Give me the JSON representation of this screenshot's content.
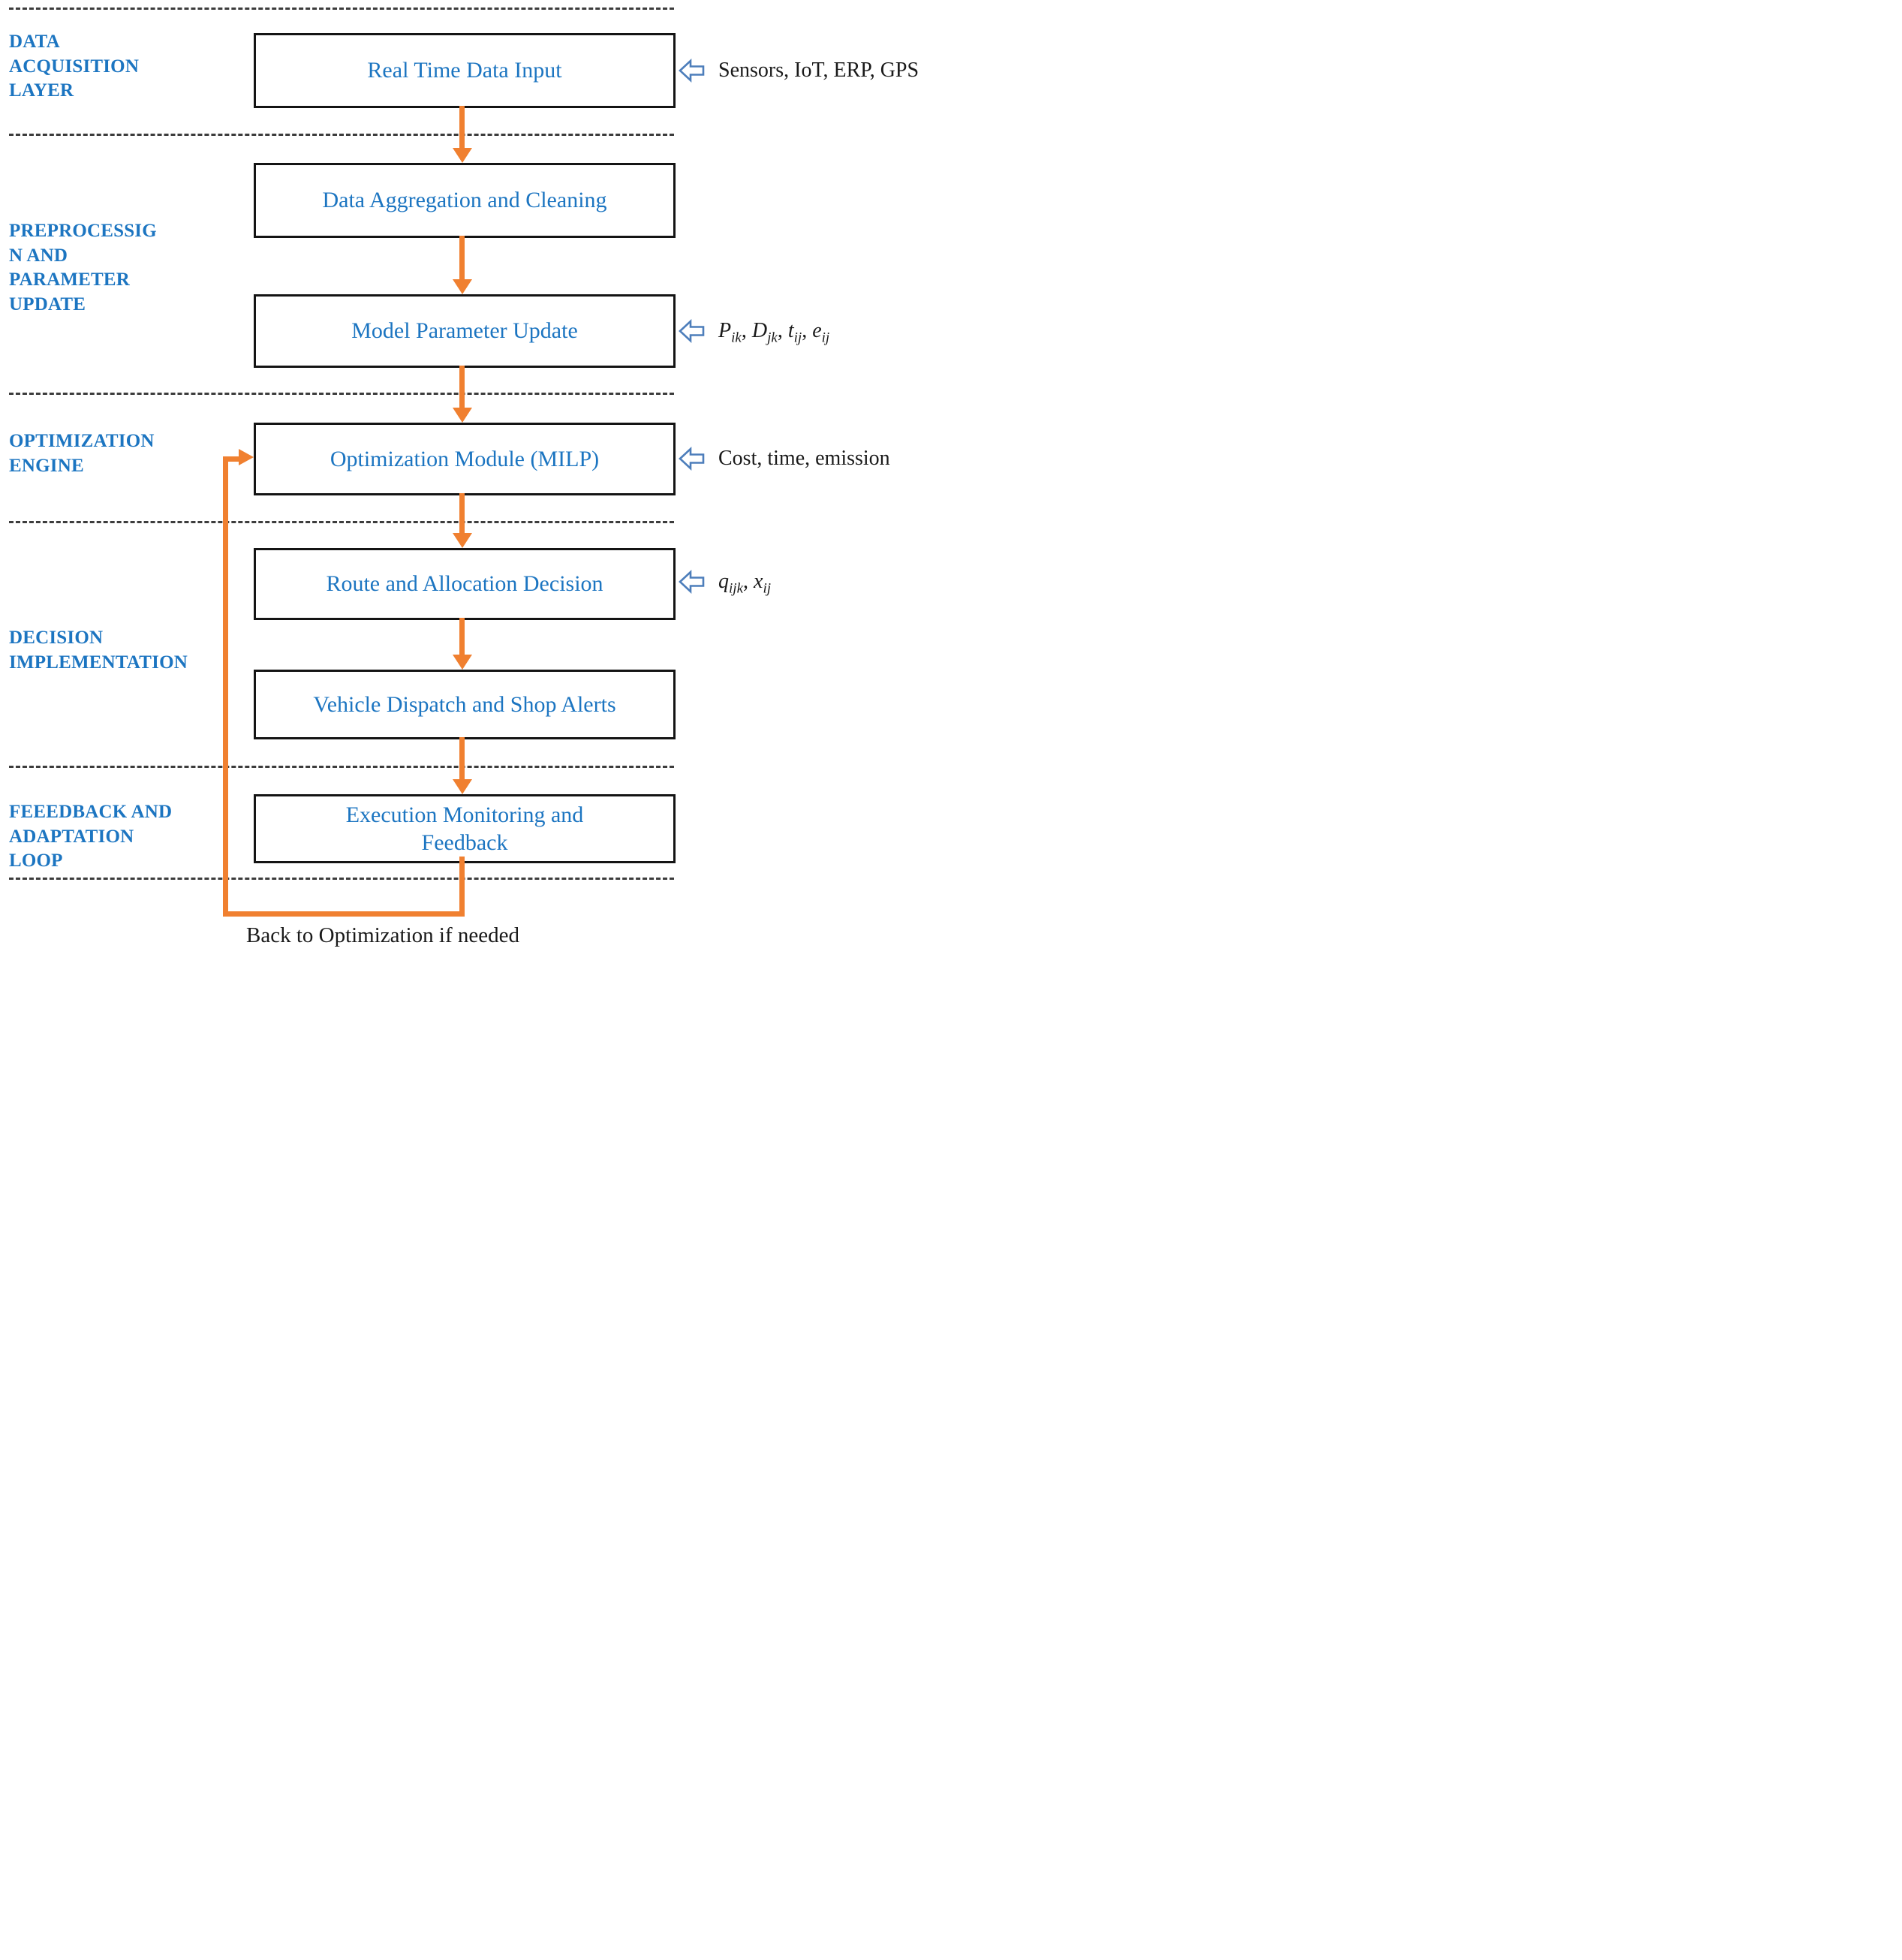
{
  "diagram": {
    "layers": [
      {
        "label": "DATA\nACQUISITION\nLAYER"
      },
      {
        "label": "PREPROCESSIG\nN AND\nPARAMETER\nUPDATE"
      },
      {
        "label": "OPTIMIZATION\nENGINE"
      },
      {
        "label": "DECISION\nIMPLEMENTATION"
      },
      {
        "label": "FEEEDBACK AND\nADAPTATION\nLOOP"
      }
    ],
    "boxes": [
      {
        "label": "Real Time Data Input"
      },
      {
        "label": "Data Aggregation and Cleaning"
      },
      {
        "label": "Model Parameter Update"
      },
      {
        "label": "Optimization Module (MILP)"
      },
      {
        "label": "Route and Allocation Decision"
      },
      {
        "label": "Vehicle Dispatch and Shop Alerts"
      },
      {
        "label": "Execution Monitoring and\nFeedback"
      }
    ],
    "annotations": [
      {
        "icon": "left-block-arrow-icon",
        "text": "Sensors, IoT, ERP, GPS"
      },
      {
        "icon": "left-block-arrow-icon",
        "math": [
          {
            "base": "P",
            "sub": "ik"
          },
          {
            "base": "D",
            "sub": "jk"
          },
          {
            "base": "t",
            "sub": "ij"
          },
          {
            "base": "e",
            "sub": "ij"
          }
        ]
      },
      {
        "icon": "left-block-arrow-icon",
        "text": "Cost, time, emission"
      },
      {
        "icon": "left-block-arrow-icon",
        "math": [
          {
            "base": "q",
            "sub": "ijk"
          },
          {
            "base": "x",
            "sub": "ij"
          }
        ]
      }
    ],
    "feedback_label": "Back to Optimization if needed",
    "colors": {
      "accent_blue": "#1C75C1",
      "arrow_orange": "#F08030",
      "annotation_arrow_outline": "#4D7EBB",
      "divider": "#3C3C3C",
      "box_border": "#141414",
      "feedback_text": "#1A1A1A"
    }
  }
}
